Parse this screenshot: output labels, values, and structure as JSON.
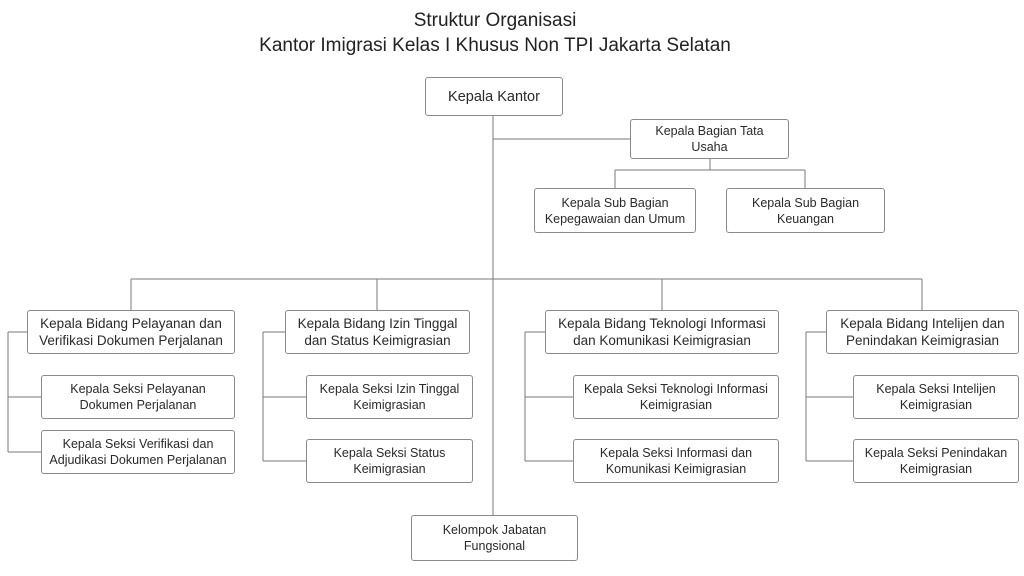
{
  "title": {
    "line1": "Struktur Organisasi",
    "line2": "Kantor Imigrasi Kelas I Khusus Non TPI Jakarta Selatan"
  },
  "nodes": {
    "head": "Kepala Kantor",
    "tata_usaha": "Kepala Bagian Tata Usaha",
    "sub_kepegawaian": "Kepala Sub Bagian Kepegawaian dan Umum",
    "sub_keuangan": "Kepala Sub Bagian Keuangan",
    "bidang_pelayanan": "Kepala Bidang Pelayanan dan Verifikasi Dokumen Perjalanan",
    "seksi_pelayanan": "Kepala Seksi Pelayanan Dokumen Perjalanan",
    "seksi_verifikasi": "Kepala Seksi Verifikasi dan Adjudikasi Dokumen Perjalanan",
    "bidang_izin": "Kepala Bidang Izin Tinggal dan Status Keimigrasian",
    "seksi_izin": "Kepala Seksi Izin Tinggal Keimigrasian",
    "seksi_status": "Kepala Seksi Status Keimigrasian",
    "bidang_tik": "Kepala Bidang Teknologi Informasi dan Komunikasi Keimigrasian",
    "seksi_teknologi": "Kepala Seksi Teknologi Informasi Keimigrasian",
    "seksi_informasi": "Kepala Seksi Informasi dan Komunikasi Keimigrasian",
    "bidang_intelijen": "Kepala Bidang Intelijen dan Penindakan Keimigrasian",
    "seksi_intelijen": "Kepala Seksi Intelijen Keimigrasian",
    "seksi_penindakan": "Kepala Seksi Penindakan Keimigrasian",
    "fungsional": "Kelompok Jabatan Fungsional"
  },
  "colors": {
    "line": "#7a7a7a",
    "border": "#8a8a8a"
  }
}
